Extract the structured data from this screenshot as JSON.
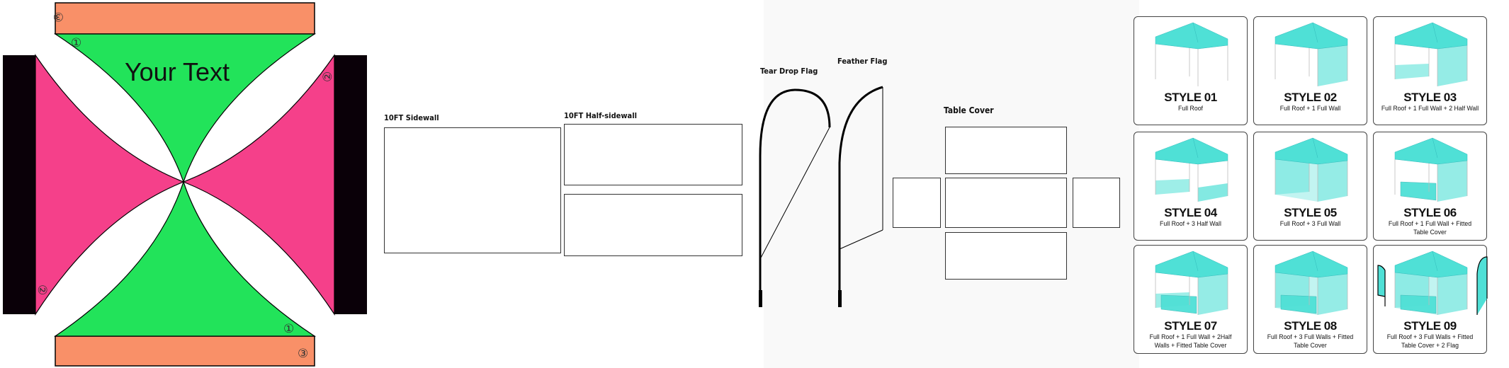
{
  "canopy": {
    "text": "Your Text",
    "markers": [
      "③",
      "①",
      "②",
      "②",
      "①",
      "③"
    ],
    "colors": {
      "roof_green": "#22e35a",
      "side_pink": "#f5408a",
      "valance_orange": "#f99068",
      "valance_black": "#0a0008"
    }
  },
  "sidewall": {
    "label": "10FT Sidewall"
  },
  "half_sidewall": {
    "label": "10FT Half-sidewall"
  },
  "teardrop_flag": {
    "label": "Tear Drop Flag"
  },
  "feather_flag": {
    "label": "Feather Flag"
  },
  "table_cover": {
    "label": "Table Cover"
  },
  "styles": [
    {
      "title": "STYLE 01",
      "desc": "Full Roof"
    },
    {
      "title": "STYLE 02",
      "desc": "Full Roof + 1 Full Wall"
    },
    {
      "title": "STYLE 03",
      "desc": "Full Roof + 1 Full Wall + 2 Half  Wall"
    },
    {
      "title": "STYLE 04",
      "desc": "Full Roof + 3 Half Wall"
    },
    {
      "title": "STYLE 05",
      "desc": "Full Roof + 3 Full Wall"
    },
    {
      "title": "STYLE 06",
      "desc": "Full Roof + 1 Full Wall + Fitted Table Cover"
    },
    {
      "title": "STYLE 07",
      "desc": "Full Roof + 1 Full Wall + 2Half  Walls + Fitted Table Cover"
    },
    {
      "title": "STYLE 08",
      "desc": "Full Roof + 3 Full Walls + Fitted Table Cover"
    },
    {
      "title": "STYLE 09",
      "desc": "Full Roof + 3 Full Walls + Fitted Table Cover + 2 Flag"
    }
  ],
  "tent_color": "#4fe0d6"
}
